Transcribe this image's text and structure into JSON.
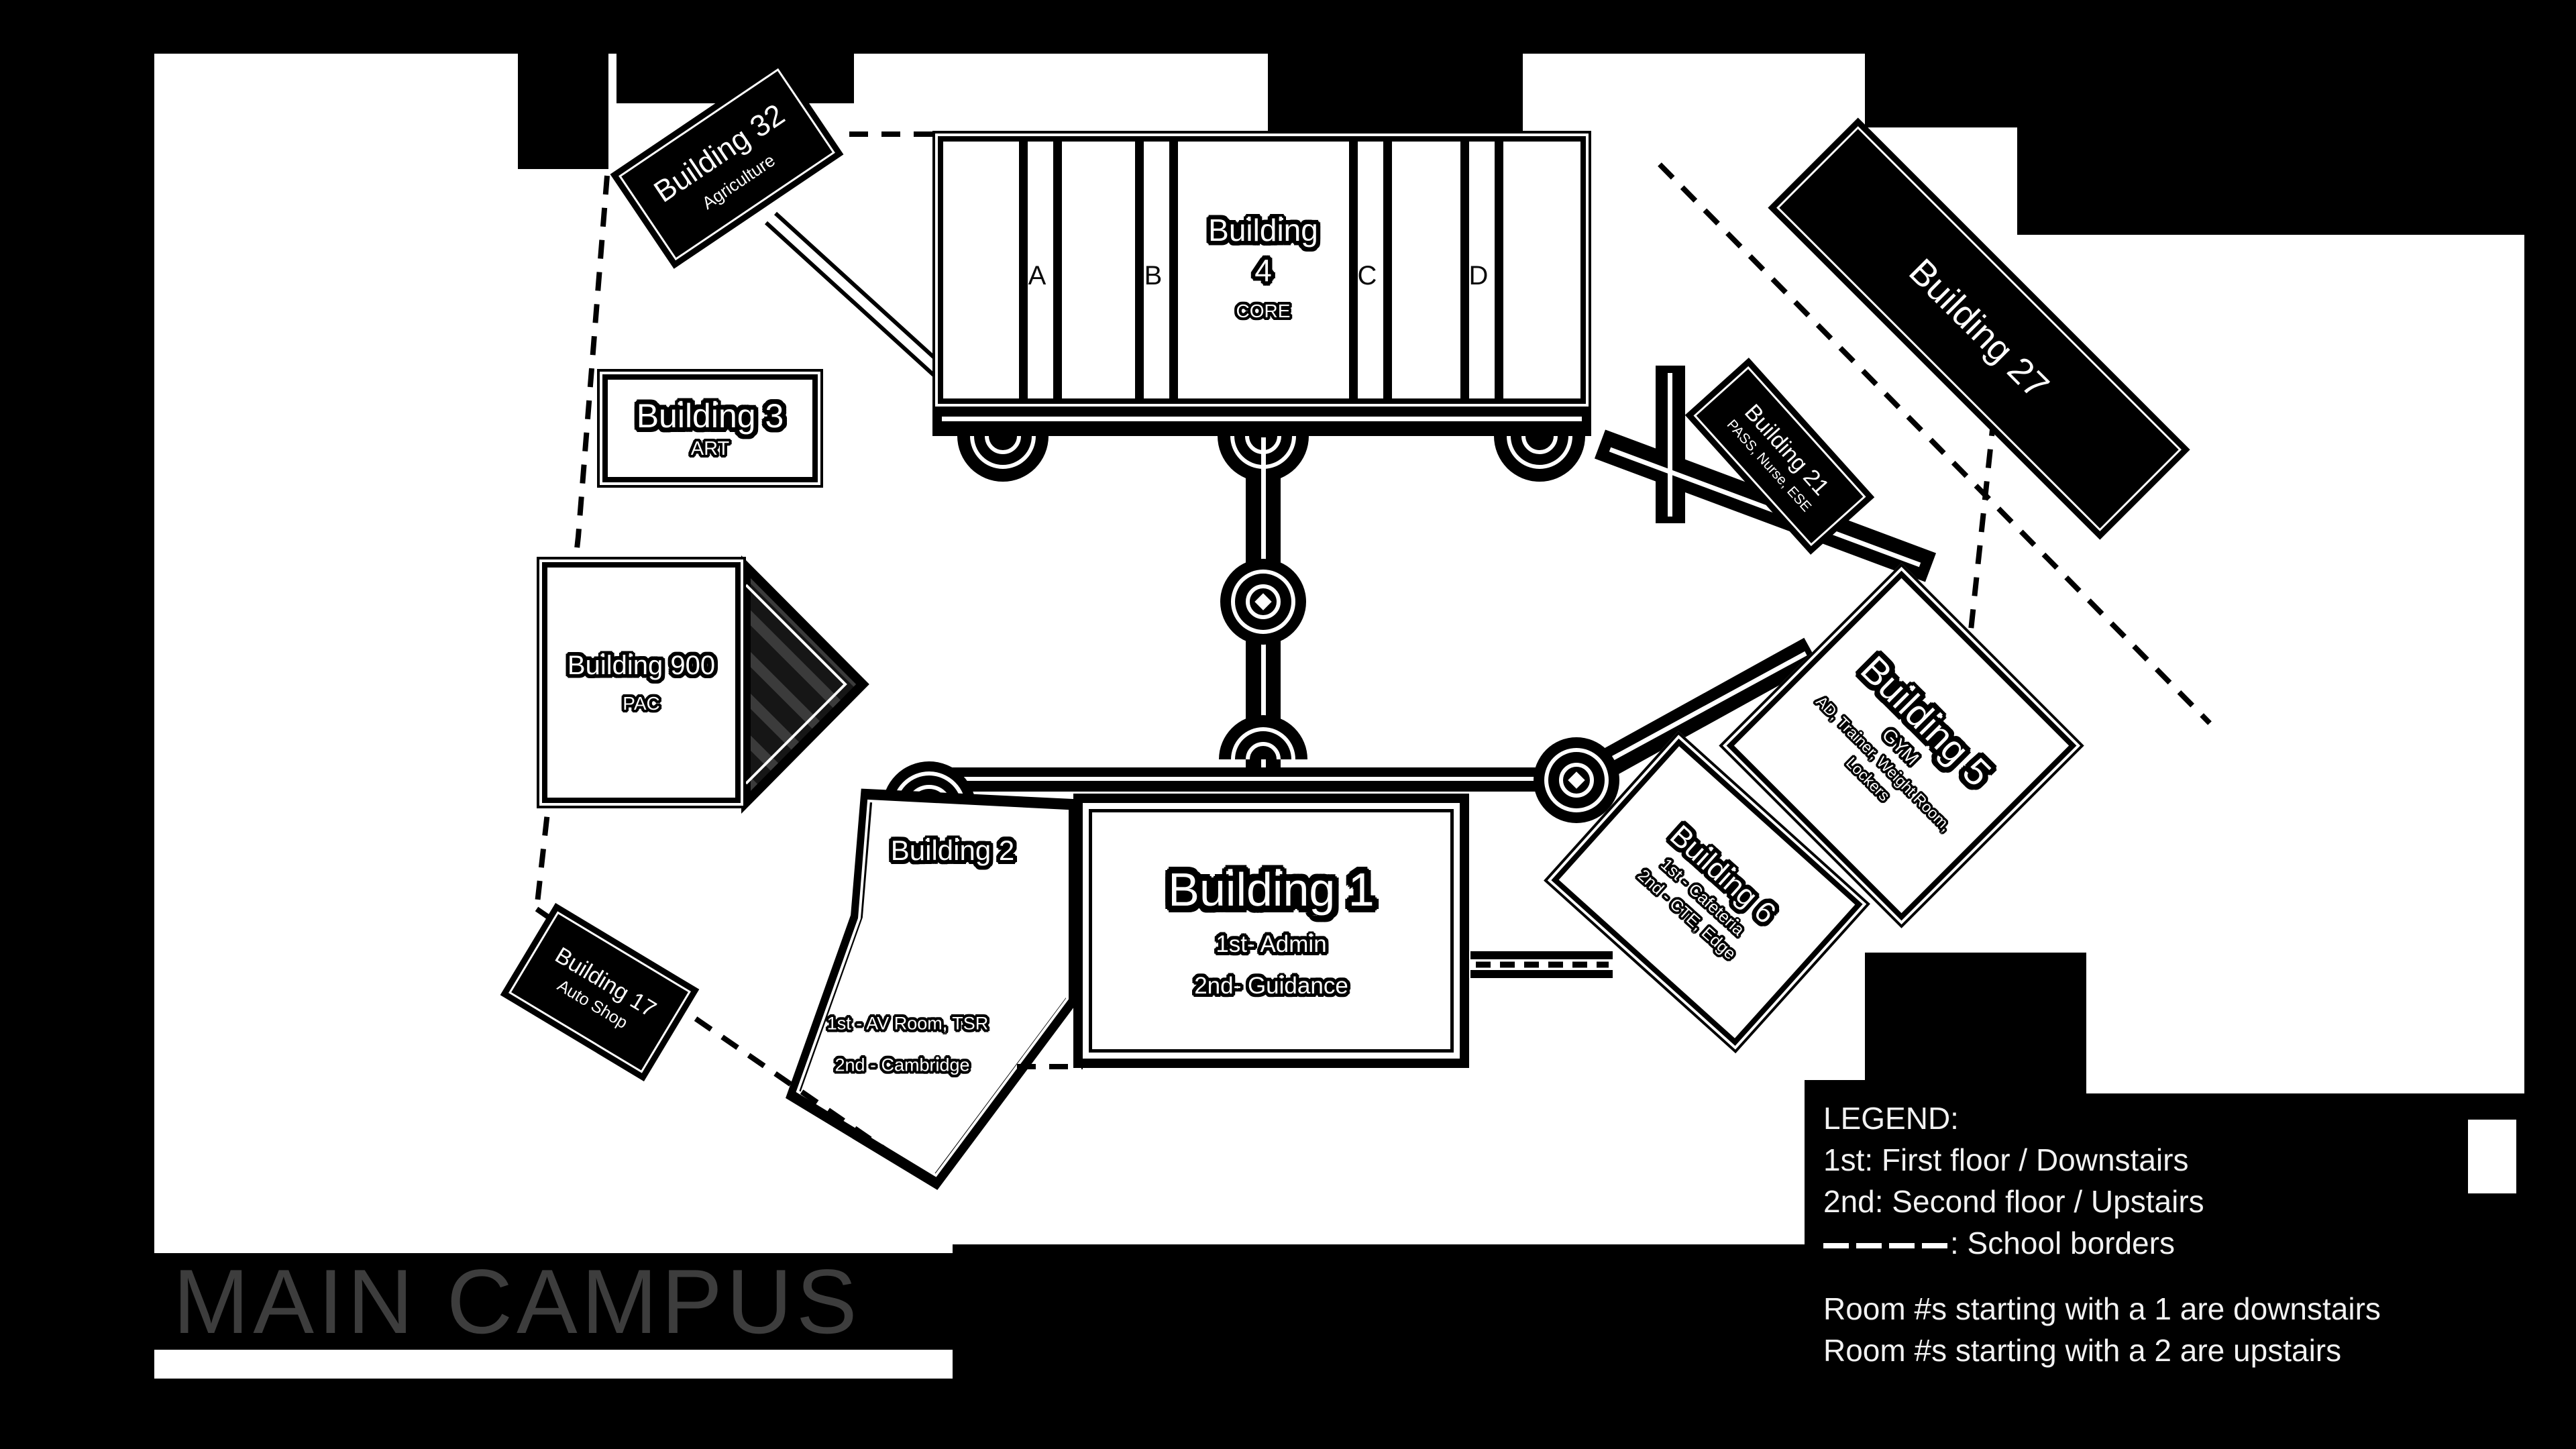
{
  "title": "MAIN CAMPUS",
  "legend": {
    "heading": "LEGEND:",
    "line1": "1st: First floor / Downstairs",
    "line2": "2nd: Second floor / Upstairs",
    "border_label": ": School borders",
    "note1": "Room #s starting with a 1 are downstairs",
    "note2": "Room #s starting with a 2 are upstairs"
  },
  "buildings": {
    "b1": {
      "name": "Building 1",
      "floor1": "1st- Admin",
      "floor2": "2nd- Guidance"
    },
    "b2": {
      "name": "Building 2",
      "floor1": "1st - AV Room, TSR",
      "floor2": "2nd - Cambridge"
    },
    "b3": {
      "name": "Building 3",
      "dept": "ART"
    },
    "b4": {
      "name": "Building",
      "number": "4",
      "core": "CORE",
      "halls": [
        "A",
        "B",
        "C",
        "D"
      ]
    },
    "b5": {
      "name": "Building 5",
      "gym": "GYM",
      "rooms1": "AD, Trainer, Weight Room,",
      "rooms2": "Lockers"
    },
    "b6": {
      "name": "Building 6",
      "floor1": "1st - Cafeteria",
      "floor2": "2nd - CTE, Edge"
    },
    "b17": {
      "name": "Building 17",
      "dept": "Auto Shop"
    },
    "b21": {
      "name": "Building 21",
      "dept": "PASS, Nurse, ESE"
    },
    "b27": {
      "name": "Building 27"
    },
    "b32": {
      "name": "Building 32",
      "dept": "Agriculture"
    },
    "b900": {
      "name": "Building 900",
      "dept": "PAC"
    }
  },
  "colors": {
    "background": "#000000",
    "campus_field": "#ffffff",
    "building_ink": "#000000",
    "label_text": "#ffffff",
    "title_text": "#3d3d3d",
    "hatch_dark": "#161616",
    "hatch_light": "#3b3b3b"
  }
}
